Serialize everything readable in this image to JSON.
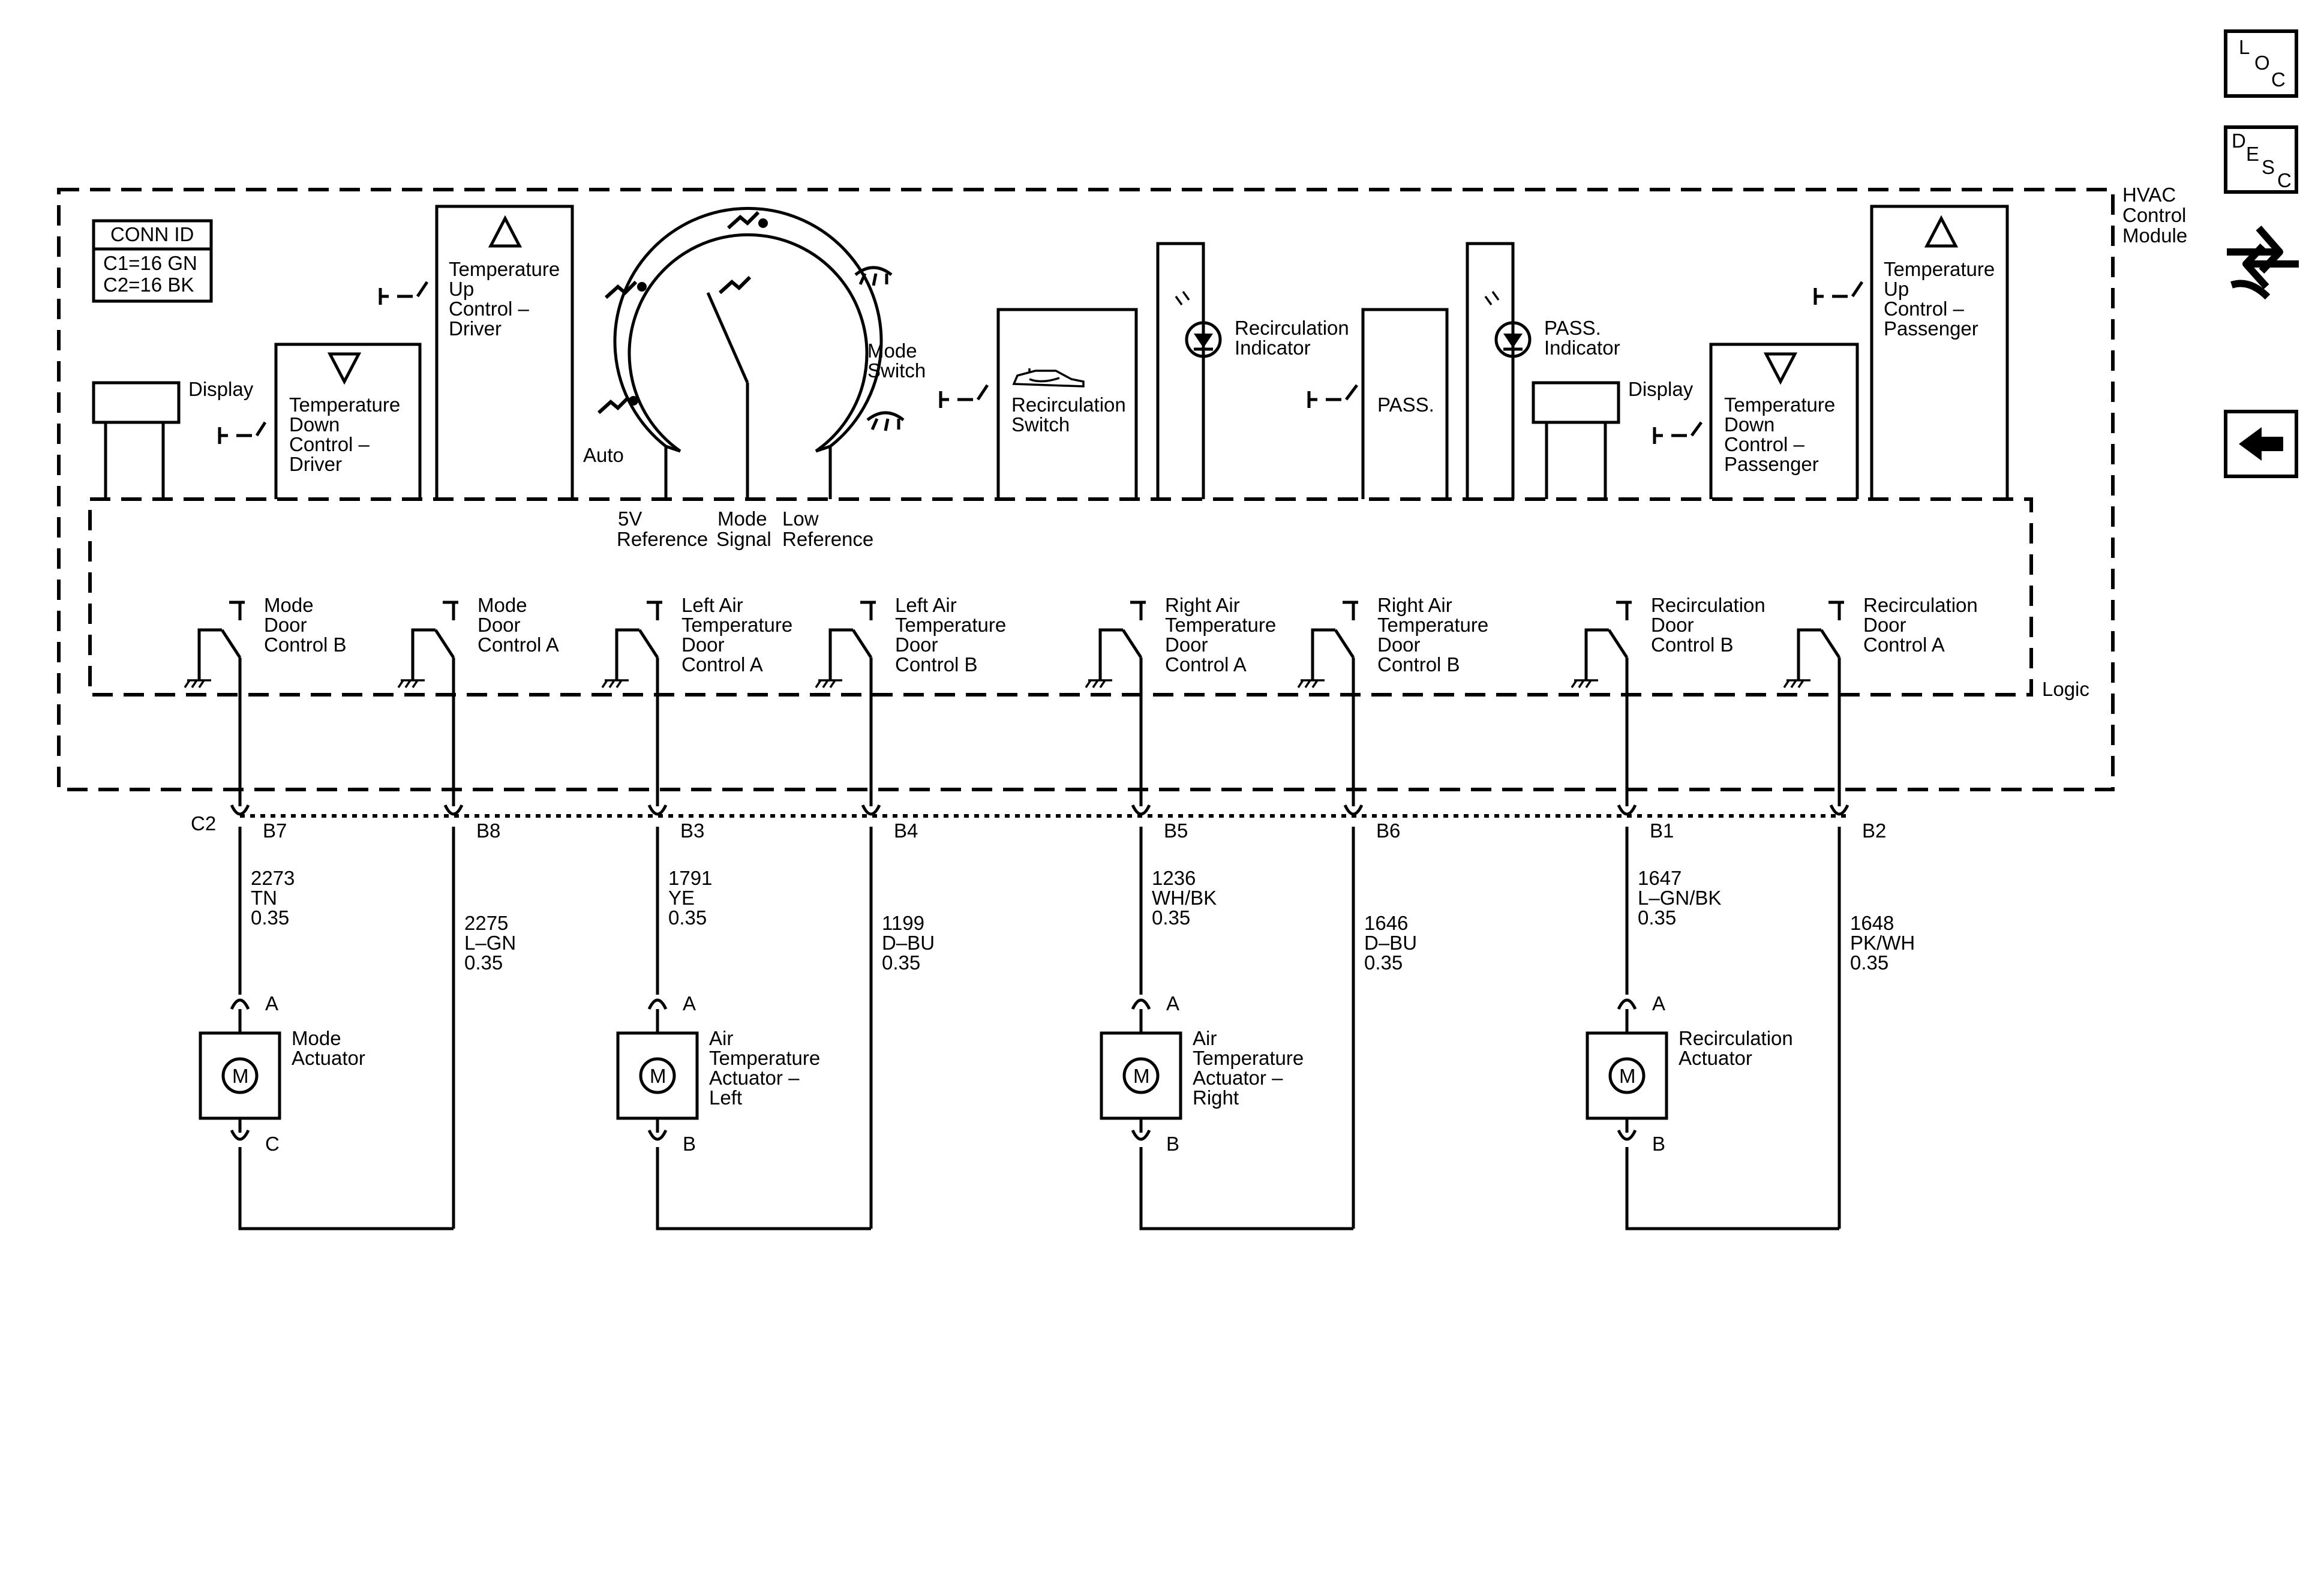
{
  "nav": {
    "loc": [
      "L",
      "O",
      "C"
    ],
    "desc": [
      "D",
      "E",
      "S",
      "C"
    ]
  },
  "module": {
    "title": [
      "HVAC",
      "Control",
      "Module"
    ],
    "conn_id": {
      "title": "CONN ID",
      "lines": [
        "C1=16 GN",
        "C2=16 BK"
      ]
    },
    "logic_label": "Logic",
    "connector": "C2"
  },
  "controls": {
    "display_driver": "Display",
    "display_passenger": "Display",
    "temp_down_driver": [
      "Temperature",
      "Down",
      "Control –",
      "Driver"
    ],
    "temp_up_driver": [
      "Temperature",
      "Up",
      "Control –",
      "Driver"
    ],
    "mode_switch": [
      "Mode",
      "Switch"
    ],
    "auto": "Auto",
    "mode_refs": [
      [
        "5V",
        "Reference"
      ],
      [
        "Mode",
        "Signal"
      ],
      [
        "Low",
        "Reference"
      ]
    ],
    "recirc_switch": [
      "Recirculation",
      "Switch"
    ],
    "recirc_indicator": [
      "Recirculation",
      "Indicator"
    ],
    "pass_switch": "PASS.",
    "pass_indicator": [
      "PASS.",
      "Indicator"
    ],
    "temp_down_passenger": [
      "Temperature",
      "Down",
      "Control –",
      "Passenger"
    ],
    "temp_up_passenger": [
      "Temperature",
      "Up",
      "Control –",
      "Passenger"
    ]
  },
  "drivers": [
    {
      "label": [
        "Mode",
        "Door",
        "Control B"
      ],
      "pin": "B7",
      "circuit": "2273",
      "color": "TN",
      "gauge": "0.35"
    },
    {
      "label": [
        "Mode",
        "Door",
        "Control A"
      ],
      "pin": "B8",
      "circuit": "2275",
      "color": "L–GN",
      "gauge": "0.35"
    },
    {
      "label": [
        "Left Air",
        "Temperature",
        "Door",
        "Control A"
      ],
      "pin": "B3",
      "circuit": "1791",
      "color": "YE",
      "gauge": "0.35"
    },
    {
      "label": [
        "Left Air",
        "Temperature",
        "Door",
        "Control B"
      ],
      "pin": "B4",
      "circuit": "1199",
      "color": "D–BU",
      "gauge": "0.35"
    },
    {
      "label": [
        "Right Air",
        "Temperature",
        "Door",
        "Control A"
      ],
      "pin": "B5",
      "circuit": "1236",
      "color": "WH/BK",
      "gauge": "0.35"
    },
    {
      "label": [
        "Right Air",
        "Temperature",
        "Door",
        "Control B"
      ],
      "pin": "B6",
      "circuit": "1646",
      "color": "D–BU",
      "gauge": "0.35"
    },
    {
      "label": [
        "Recirculation",
        "Door",
        "Control B"
      ],
      "pin": "B1",
      "circuit": "1647",
      "color": "L–GN/BK",
      "gauge": "0.35"
    },
    {
      "label": [
        "Recirculation",
        "Door",
        "Control A"
      ],
      "pin": "B2",
      "circuit": "1648",
      "color": "PK/WH",
      "gauge": "0.35"
    }
  ],
  "actuators": [
    {
      "label": [
        "Mode",
        "Actuator"
      ],
      "motor": "M",
      "top_pin": "A",
      "bottom_pin": "C"
    },
    {
      "label": [
        "Air",
        "Temperature",
        "Actuator –",
        "Left"
      ],
      "motor": "M",
      "top_pin": "A",
      "bottom_pin": "B"
    },
    {
      "label": [
        "Air",
        "Temperature",
        "Actuator –",
        "Right"
      ],
      "motor": "M",
      "top_pin": "A",
      "bottom_pin": "B"
    },
    {
      "label": [
        "Recirculation",
        "Actuator"
      ],
      "motor": "M",
      "top_pin": "A",
      "bottom_pin": "B"
    }
  ],
  "icons": [
    "triangle-up-icon",
    "triangle-down-icon",
    "vent-mode-icon",
    "defrost-icon",
    "recirculation-car-icon",
    "led-icon",
    "wrench-connector-icon",
    "back-arrow-icon"
  ]
}
